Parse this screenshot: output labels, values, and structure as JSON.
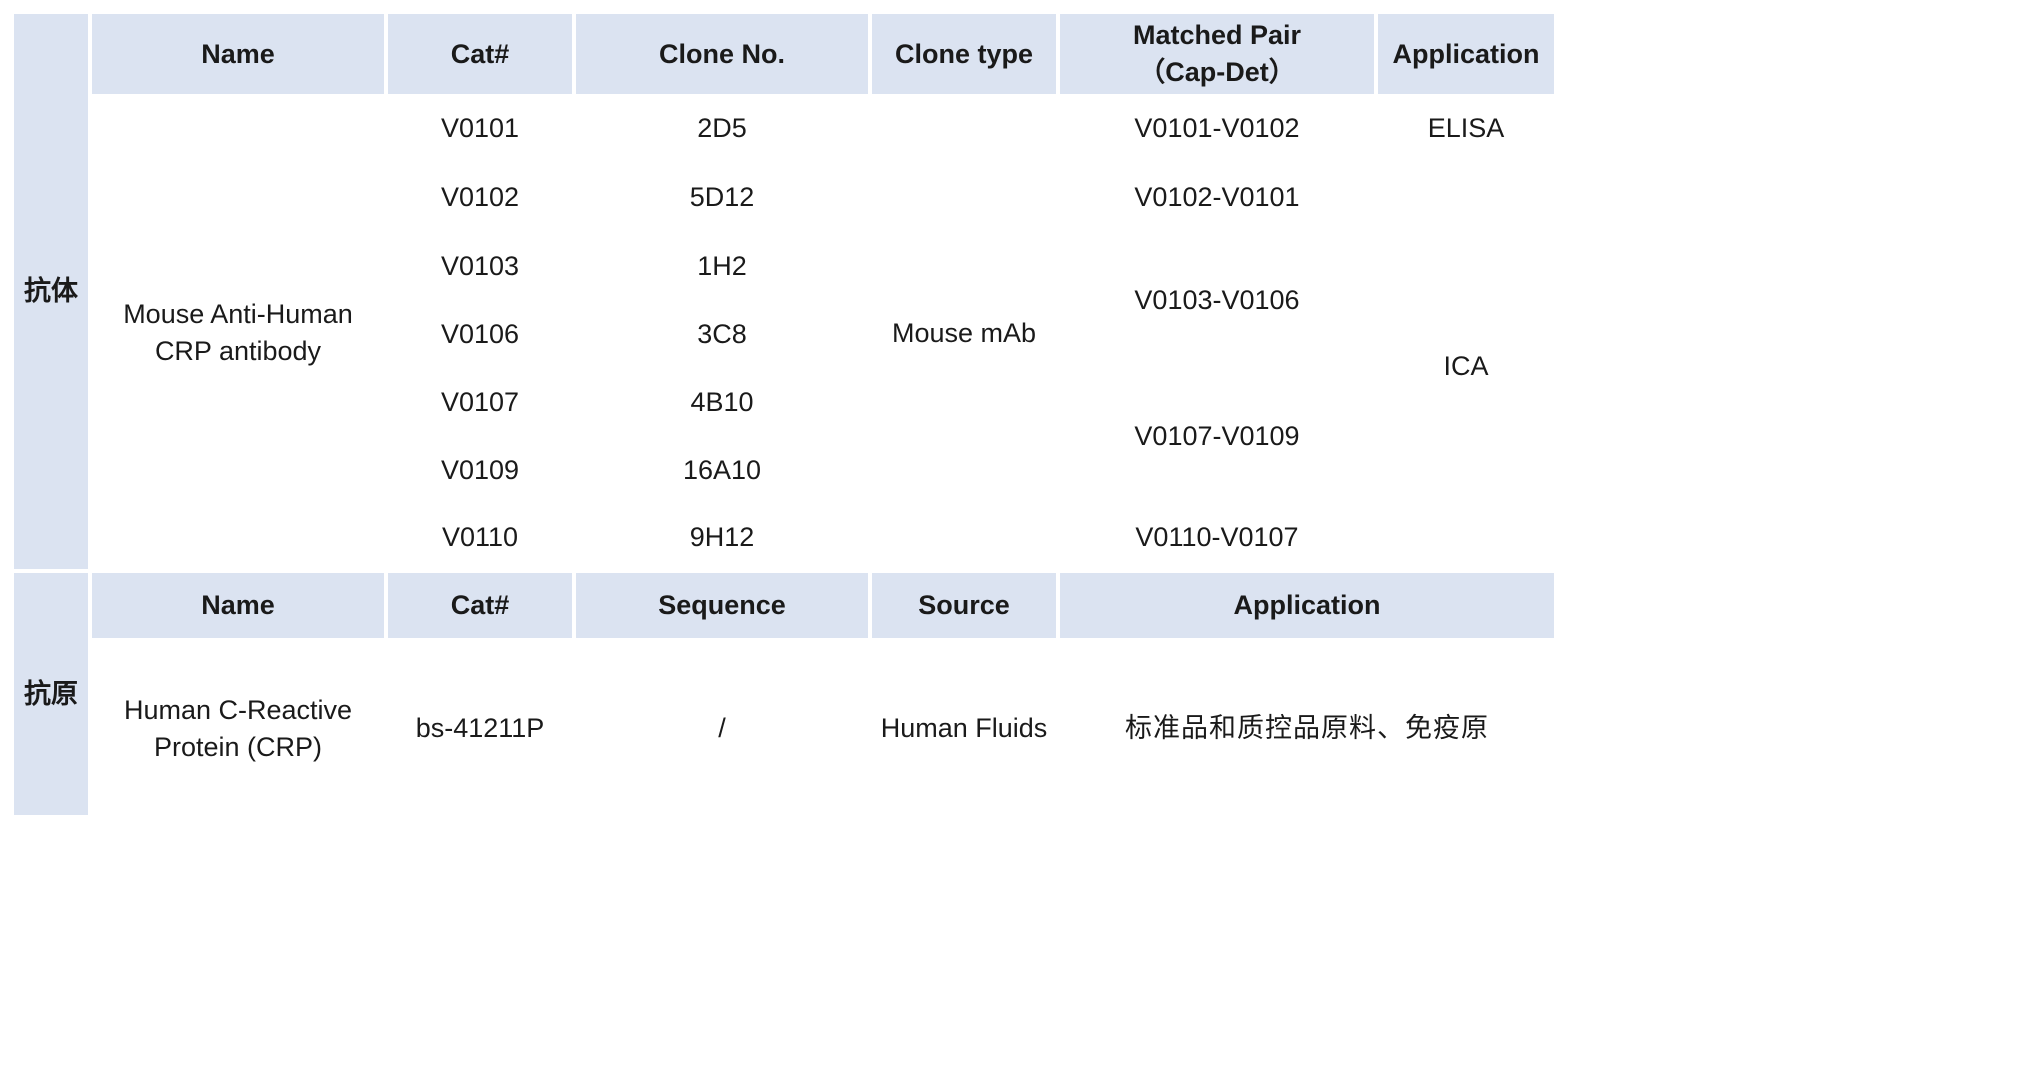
{
  "antibody_section": {
    "side_label": "抗体",
    "headers": {
      "name": "Name",
      "cat": "Cat#",
      "clone_no": "Clone No.",
      "clone_type": "Clone type",
      "matched_pair": "Matched Pair\n（Cap-Det）",
      "application": "Application"
    },
    "name": "Mouse Anti-Human\nCRP antibody",
    "clone_type": "Mouse mAb",
    "rows": [
      {
        "cat": "V0101",
        "clone": "2D5"
      },
      {
        "cat": "V0102",
        "clone": "5D12"
      },
      {
        "cat": "V0103",
        "clone": "1H2"
      },
      {
        "cat": "V0106",
        "clone": "3C8"
      },
      {
        "cat": "V0107",
        "clone": "4B10"
      },
      {
        "cat": "V0109",
        "clone": "16A10"
      },
      {
        "cat": "V0110",
        "clone": "9H12"
      }
    ],
    "pairs": [
      "V0101-V0102",
      "V0102-V0101",
      "V0103-V0106",
      "V0107-V0109",
      "V0110-V0107"
    ],
    "applications": [
      "ELISA",
      "ICA"
    ]
  },
  "antigen_section": {
    "side_label": "抗原",
    "headers": {
      "name": "Name",
      "cat": "Cat#",
      "sequence": "Sequence",
      "source": "Source",
      "application": "Application"
    },
    "name": "Human C-Reactive\nProtein (CRP)",
    "cat": "bs-41211P",
    "sequence": "/",
    "source": "Human Fluids",
    "application": "标准品和质控品原料、免疫原"
  }
}
